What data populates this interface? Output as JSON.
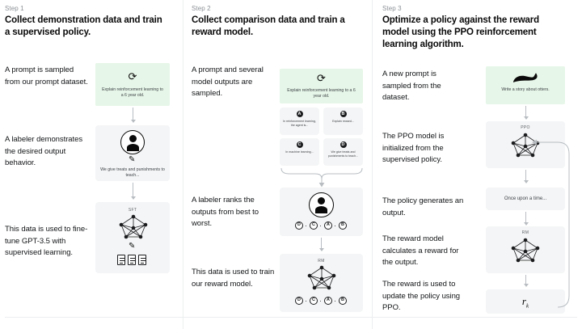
{
  "diagram": {
    "title_note": "RLHF three-step training diagram",
    "accent_green": "#e6f6e8",
    "panel_gray": "#f4f5f6",
    "divider": "#eceeef"
  },
  "columns": [
    {
      "step_label": "Step 1",
      "step_title": "Collect demonstration data and train a supervised policy.",
      "captions": [
        "A prompt is sampled from our prompt dataset.",
        "A labeler demonstrates the desired output behavior.",
        "This data is used to fine-tune GPT-3.5 with supervised learning."
      ],
      "panels": [
        {
          "kind": "prompt",
          "icon": "refresh-cycle-icon",
          "text": "Explain reinforcement learning to a 6 year old."
        },
        {
          "kind": "labeler",
          "icon": "labeler-avatar-icon",
          "text": "We give treats and punishments to teach..."
        },
        {
          "kind": "model",
          "tag": "SFT",
          "icon": "neural-network-icon"
        }
      ]
    },
    {
      "step_label": "Step 2",
      "step_title": "Collect comparison data and train a reward model.",
      "captions": [
        "A prompt and several model outputs are sampled.",
        "A labeler ranks the outputs from best to worst.",
        "This data is used to train our reward model."
      ],
      "panels": [
        {
          "kind": "prompt",
          "icon": "refresh-cycle-icon",
          "text": "Explain reinforcement learning to a 6 year old."
        },
        {
          "kind": "outputs-grid",
          "outputs": [
            {
              "letter": "A",
              "text": "In reinforcement learning, the agent is..."
            },
            {
              "letter": "B",
              "text": "Explain reward..."
            },
            {
              "letter": "C",
              "text": "In machine learning..."
            },
            {
              "letter": "D",
              "text": "We give treats and punishments to teach..."
            }
          ]
        },
        {
          "kind": "ranking",
          "icon": "labeler-avatar-icon",
          "ranking": [
            "D",
            "C",
            "A",
            "B"
          ]
        },
        {
          "kind": "reward-model",
          "tag": "RM",
          "icon": "neural-network-icon",
          "ranking": [
            "D",
            "C",
            "A",
            "B"
          ]
        }
      ]
    },
    {
      "step_label": "Step 3",
      "step_title": "Optimize a policy against the reward model using the PPO reinforcement learning algorithm.",
      "captions": [
        "A new prompt is sampled from the dataset.",
        "The PPO model is initialized from the supervised policy.",
        "The policy generates an output.",
        "The reward model calculates a reward for the output.",
        "The reward is used to update the policy using PPO."
      ],
      "panels": [
        {
          "kind": "prompt",
          "icon": "otter-icon",
          "text": "Write a story about otters."
        },
        {
          "kind": "model",
          "tag": "PPO",
          "icon": "neural-network-icon"
        },
        {
          "kind": "output",
          "text": "Once upon a time..."
        },
        {
          "kind": "reward-model",
          "tag": "RM",
          "icon": "neural-network-icon"
        },
        {
          "kind": "reward-value",
          "symbol": "r",
          "subscript": "k"
        }
      ]
    }
  ]
}
